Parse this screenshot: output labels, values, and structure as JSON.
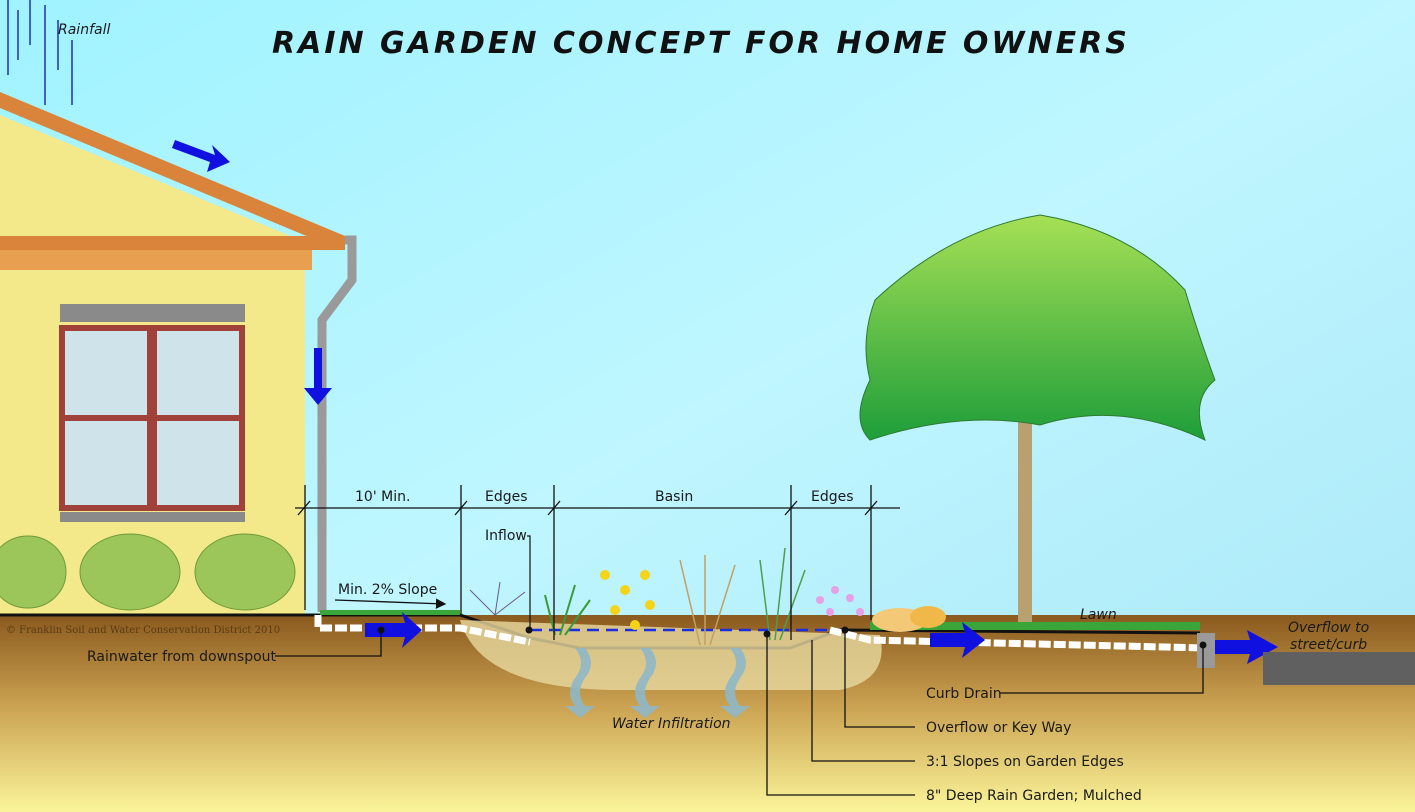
{
  "title": "RAIN GARDEN CONCEPT FOR HOME OWNERS",
  "copyright": "© Franklin Soil and Water Conservation District 2010",
  "labels": {
    "rainfall": "Rainfall",
    "ten_min": "10' Min.",
    "edges_left": "Edges",
    "basin": "Basin",
    "edges_right": "Edges",
    "inflow": "Inflow",
    "slope": "Min. 2% Slope",
    "lawn": "Lawn",
    "overflow_line1": "Overflow to",
    "overflow_line2": "street/curb",
    "rainwater": "Rainwater from downspout",
    "infiltration": "Water Infiltration",
    "curb_drain": "Curb Drain",
    "keyway": "Overflow or Key Way",
    "slopes": "3:1 Slopes on Garden Edges",
    "deep": "8\" Deep Rain Garden; Mulched"
  },
  "colors": {
    "flow_arrow": "#1010e0",
    "house_wall": "#f3e98a",
    "roof": "#d9843a"
  }
}
